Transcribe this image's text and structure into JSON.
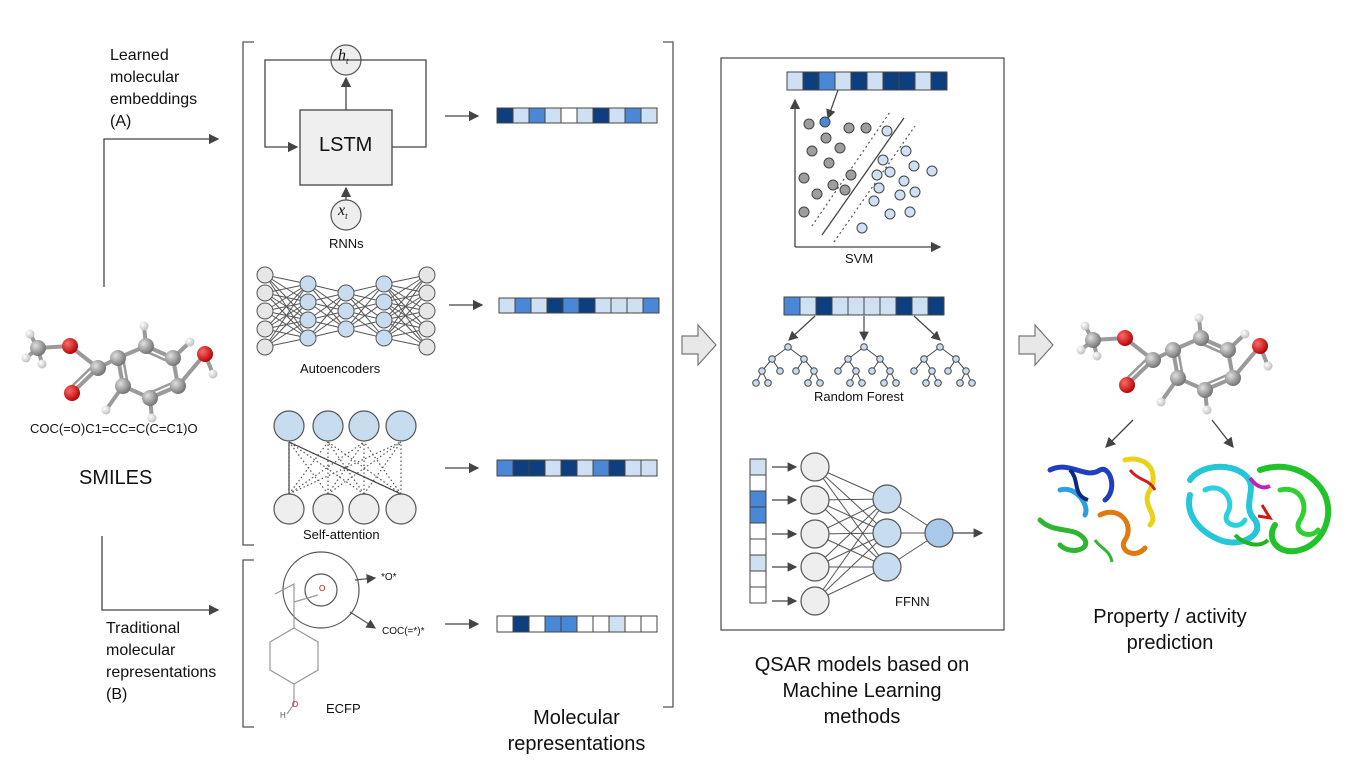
{
  "left": {
    "learned_label": [
      "Learned",
      "molecular",
      "embeddings",
      "(A)"
    ],
    "traditional_label": [
      "Traditional",
      "molecular",
      "representations",
      "(B)"
    ],
    "smiles_string": "COC(=O)C1=CC=C(C=C1)O",
    "smiles_title": "SMILES"
  },
  "methods": {
    "lstm_box": "LSTM",
    "h_node": "h",
    "h_sub": "t",
    "x_node": "x",
    "x_sub": "t",
    "rnns": "RNNs",
    "autoencoders": "Autoencoders",
    "self_attention": "Self-attention",
    "ecfp": "ECFP",
    "ecfp_frag1": "*O*",
    "ecfp_frag2": "COC(=*)*",
    "ecfp_atom_o": "O",
    "ecfp_atom_h": "H"
  },
  "representations_title": [
    "Molecular",
    "representations"
  ],
  "qsar": {
    "svm": "SVM",
    "random_forest": "Random Forest",
    "ffnn": "FFNN",
    "title": [
      "QSAR models based on",
      "Machine Learning",
      "methods"
    ]
  },
  "output": {
    "title": [
      "Property / activity",
      "prediction"
    ]
  },
  "colors": {
    "dark": "#0d3f7e",
    "mid": "#4a87d6",
    "light": "#cfe0f3",
    "white": "#ffffff",
    "node_grey": "#e6e6e6",
    "node_blue": "#c8dcf0",
    "arrow_grey": "#e8e8e8",
    "oxygen": "#d40000",
    "carbon": "#8c8c8c"
  },
  "vectors": {
    "rnn": [
      "dark",
      "light",
      "mid",
      "light",
      "white",
      "light",
      "dark",
      "light",
      "mid",
      "light"
    ],
    "ae": [
      "light",
      "mid",
      "light",
      "dark",
      "mid",
      "dark",
      "light",
      "light",
      "light",
      "mid"
    ],
    "sa": [
      "mid",
      "dark",
      "dark",
      "light",
      "dark",
      "light",
      "mid",
      "dark",
      "light",
      "light"
    ],
    "ecfp": [
      "white",
      "dark",
      "white",
      "mid",
      "mid",
      "white",
      "white",
      "light",
      "white",
      "white"
    ],
    "svm": [
      "light",
      "dark",
      "mid",
      "light",
      "dark",
      "light",
      "dark",
      "dark",
      "light",
      "dark"
    ],
    "rf": [
      "mid",
      "light",
      "dark",
      "light",
      "light",
      "light",
      "light",
      "dark",
      "light",
      "dark"
    ],
    "ffnn": [
      "light",
      "white",
      "mid",
      "mid",
      "white",
      "white",
      "light",
      "white",
      "white"
    ]
  }
}
